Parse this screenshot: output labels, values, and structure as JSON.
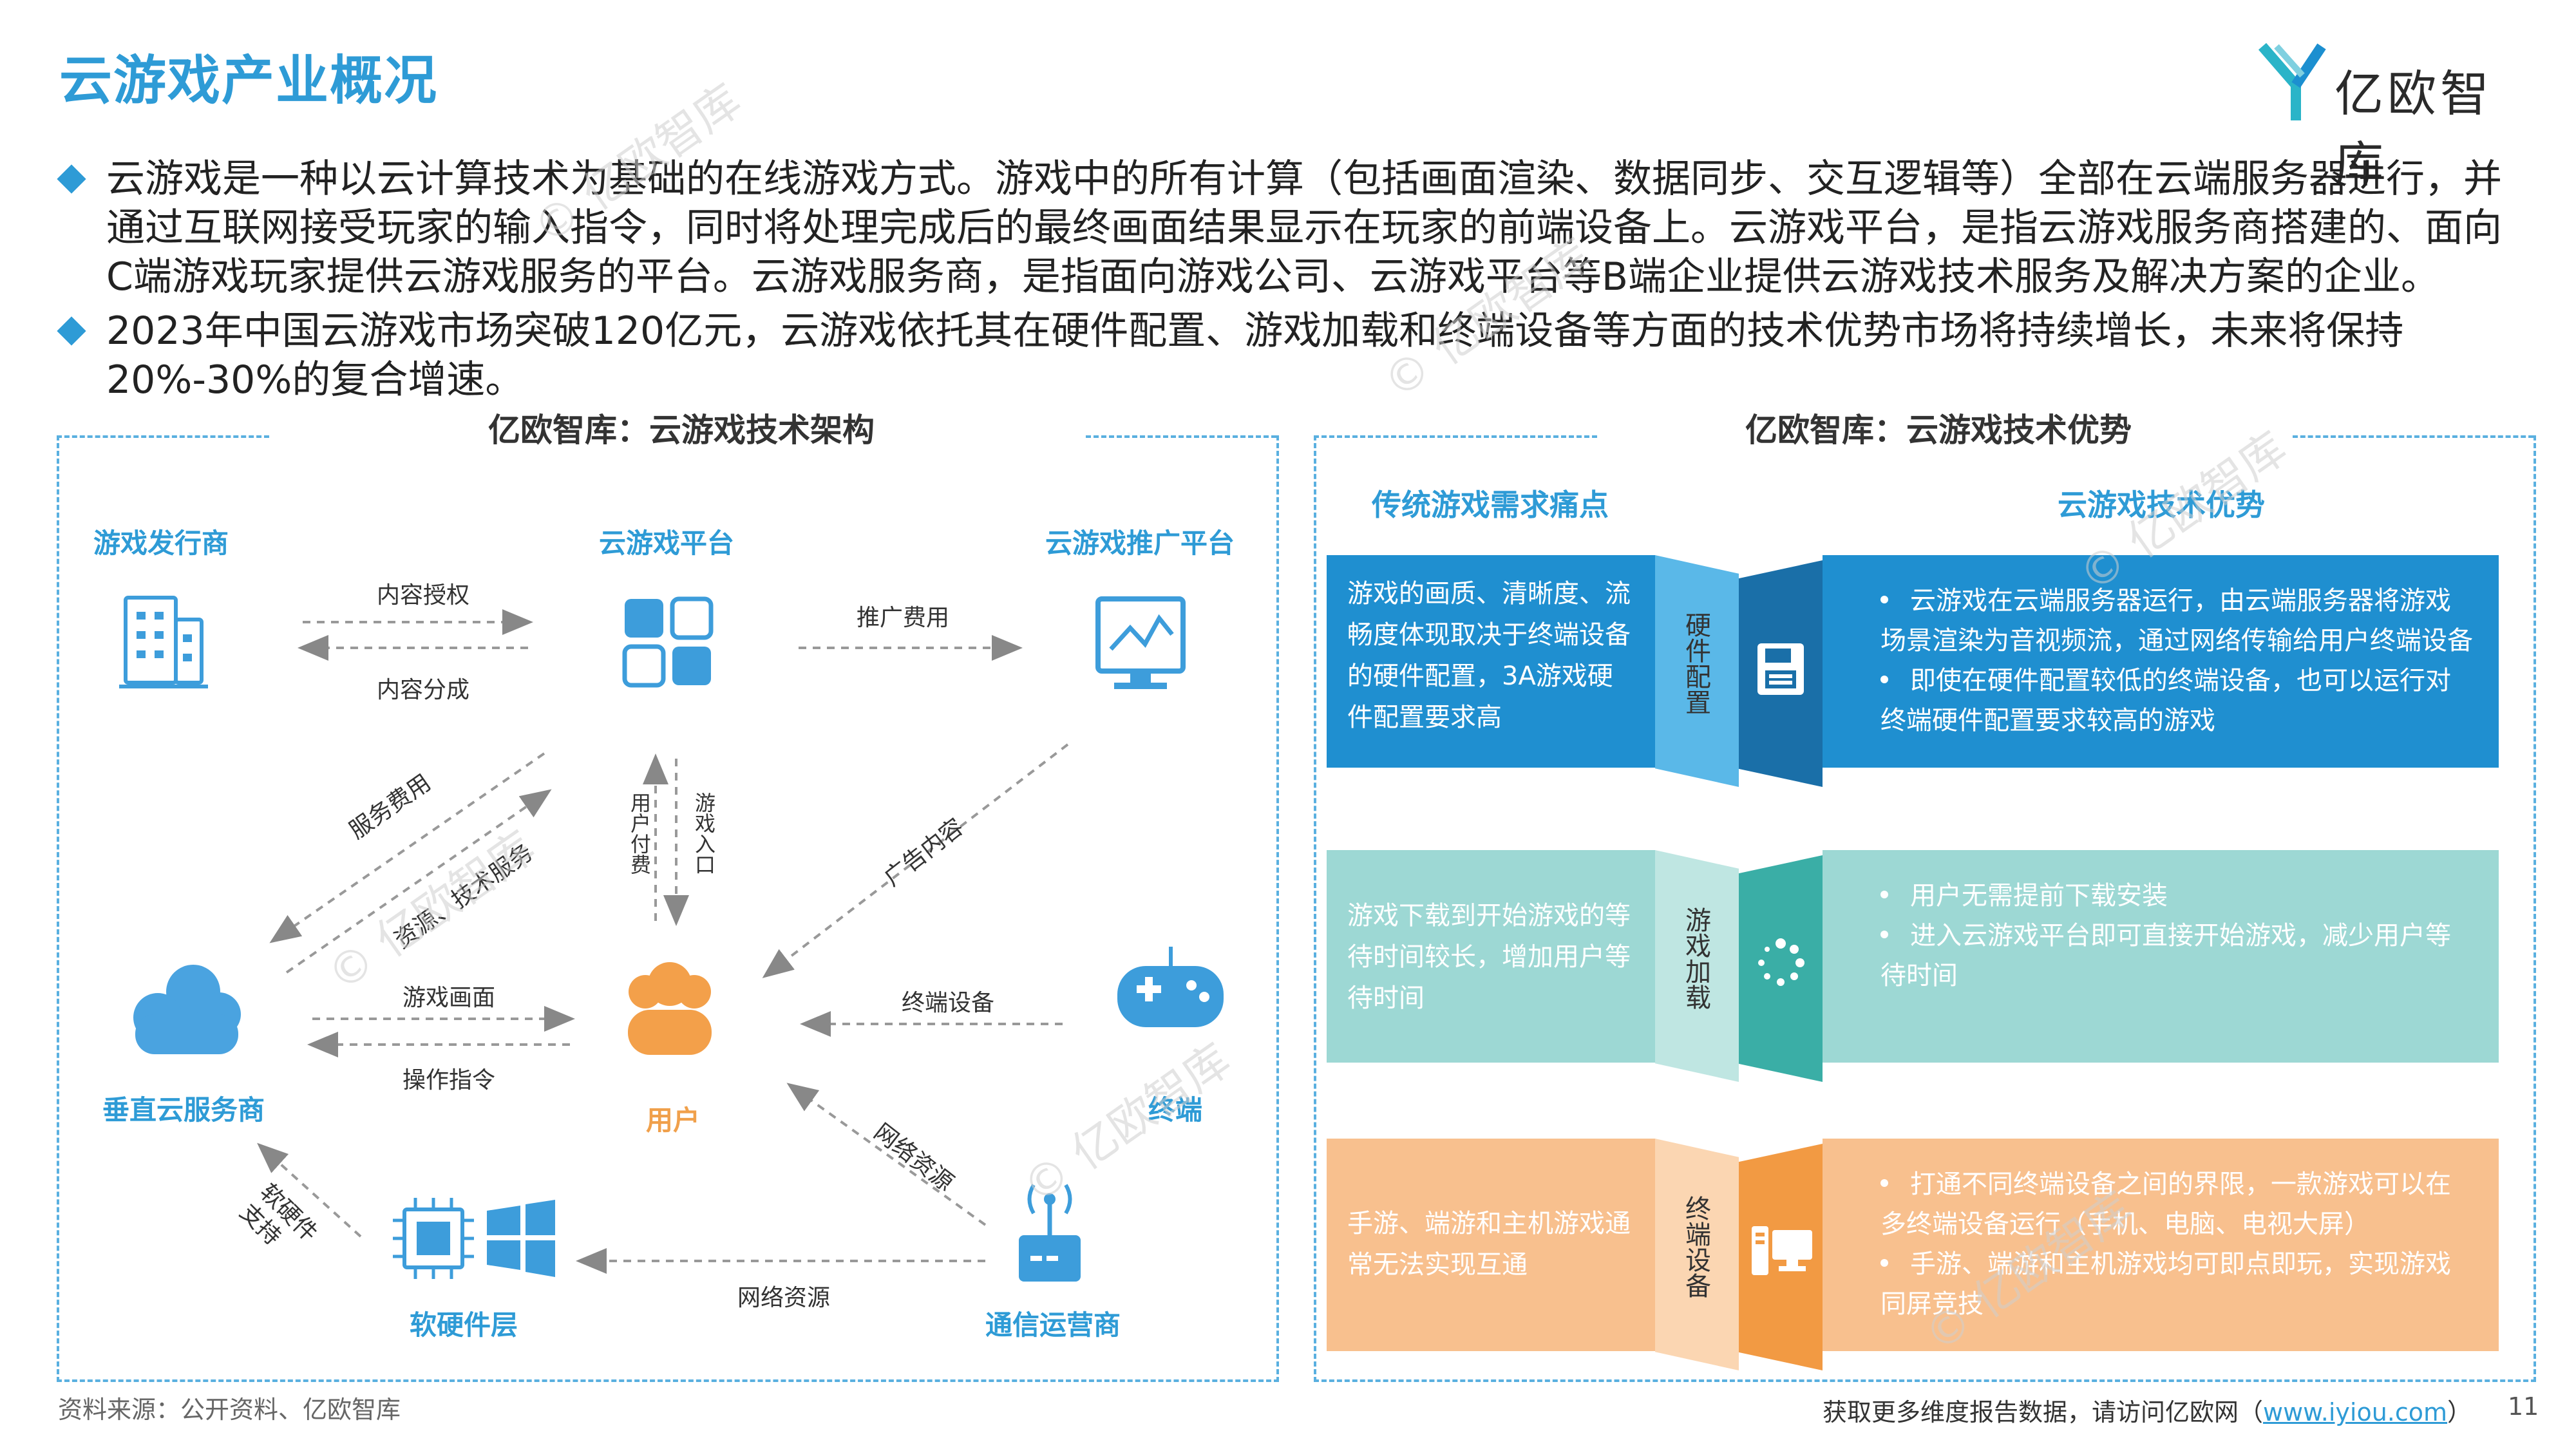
{
  "title": "云游戏产业概况",
  "brand": "亿欧智库",
  "bullets": [
    "云游戏是一种以云计算技术为基础的在线游戏方式。游戏中的所有计算（包括画面渲染、数据同步、交互逻辑等）全部在云端服务器进行，并通过互联网接受玩家的输入指令，同时将处理完成后的最终画面结果显示在玩家的前端设备上。云游戏平台，是指云游戏服务商搭建的、面向C端游戏玩家提供云游戏服务的平台。云游戏服务商，是指面向游戏公司、云游戏平台等B端企业提供云游戏技术服务及解决方案的企业。",
    "2023年中国云游戏市场突破120亿元，云游戏依托其在硬件配置、游戏加载和终端设备等方面的技术优势市场将持续增长，未来将保持20%-30%的复合增速。"
  ],
  "arch": {
    "title": "亿欧智库：云游戏技术架构",
    "nodes": {
      "publisher": "游戏发行商",
      "platform": "云游戏平台",
      "promo": "云游戏推广平台",
      "cloud": "垂直云服务商",
      "user": "用户",
      "terminal": "终端",
      "hw": "软硬件层",
      "telecom": "通信运营商"
    },
    "flows": {
      "content_license": "内容授权",
      "content_share": "内容分成",
      "promo_fee": "推广费用",
      "service_fee": "服务费用",
      "resources_tech": "资源、技术服务",
      "user_pay": "用户付费",
      "game_entry": "游戏入口",
      "ad_content": "广告内容",
      "game_screen": "游戏画面",
      "operation": "操作指令",
      "terminal_device": "终端设备",
      "network_res_diag": "网络资源",
      "hw_support": "软硬件支持",
      "network_res": "网络资源"
    }
  },
  "adv": {
    "title": "亿欧智库：云游戏技术优势",
    "left_head": "传统游戏需求痛点",
    "right_head": "云游戏技术优势",
    "rows": [
      {
        "pain": "游戏的画质、清晰度、流畅度体现取决于终端设备的硬件配置，3A游戏硬件配置要求高",
        "label": "硬件配置",
        "points": [
          "云游戏在云端服务器运行，由云端服务器将游戏场景渲染为音视频流，通过网络传输给用户终端设备",
          "即使在硬件配置较低的终端设备，也可以运行对终端硬件配置要求较高的游戏"
        ],
        "color_main": "#1f8fd0",
        "color_light": "#5ab8e8",
        "color_dark": "#1a6fa8"
      },
      {
        "pain": "游戏下载到开始游戏的等待时间较长，增加用户等待时间",
        "label": "游戏加载",
        "points": [
          "用户无需提前下载安装",
          "进入云游戏平台即可直接开始游戏，减少用户等待时间"
        ],
        "color_main": "#9dd8d4",
        "color_light": "#bfe6e2",
        "color_dark": "#3aaea6"
      },
      {
        "pain": "手游、端游和主机游戏通常无法实现互通",
        "label": "终端设备",
        "points": [
          "打通不同终端设备之间的界限，一款游戏可以在多终端设备运行（手机、电脑、电视大屏）",
          "手游、端游和主机游戏均可即点即玩，实现游戏同屏竞技"
        ],
        "color_main": "#f8c08e",
        "color_light": "#fbd6b2",
        "color_dark": "#f29a43"
      }
    ]
  },
  "footer": {
    "source": "资料来源：公开资料、亿欧智库",
    "more": "获取更多维度报告数据，请访问亿欧网（",
    "link": "www.iyiou.com",
    "close": "）",
    "page": "11"
  },
  "watermark": "© 亿欧智库"
}
